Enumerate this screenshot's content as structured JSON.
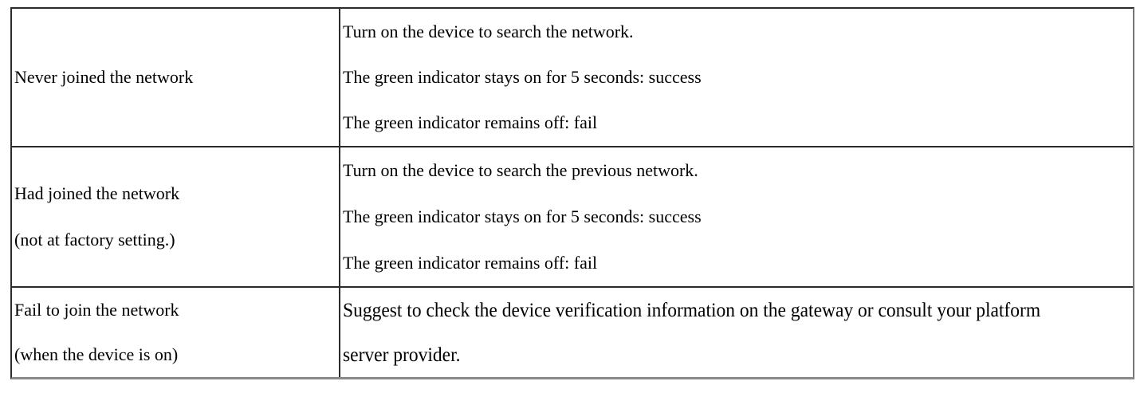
{
  "table": {
    "description": "Device network joining states and indicator behavior",
    "rows": [
      {
        "state_lines": [
          "Never joined the network"
        ],
        "behavior_lines": [
          "Turn on the device to search the network.",
          "The green indicator stays on for 5 seconds: success",
          "The green indicator remains off: fail"
        ]
      },
      {
        "state_lines": [
          "Had joined the network",
          "(not at factory setting.)"
        ],
        "behavior_lines": [
          "Turn on the device to search the previous network.",
          "The green indicator stays on for 5 seconds: success",
          "The green indicator remains off: fail"
        ]
      },
      {
        "state_lines": [
          "Fail to join the network",
          "(when the device is on)"
        ],
        "behavior_lines": [
          "Suggest to check the device verification information on the gateway or consult your platform",
          "server provider."
        ]
      }
    ]
  },
  "colors": {
    "text": "#000000",
    "border_dark": "#2b2b2b",
    "border_shadow": "#8a8a8a",
    "background": "#ffffff"
  }
}
